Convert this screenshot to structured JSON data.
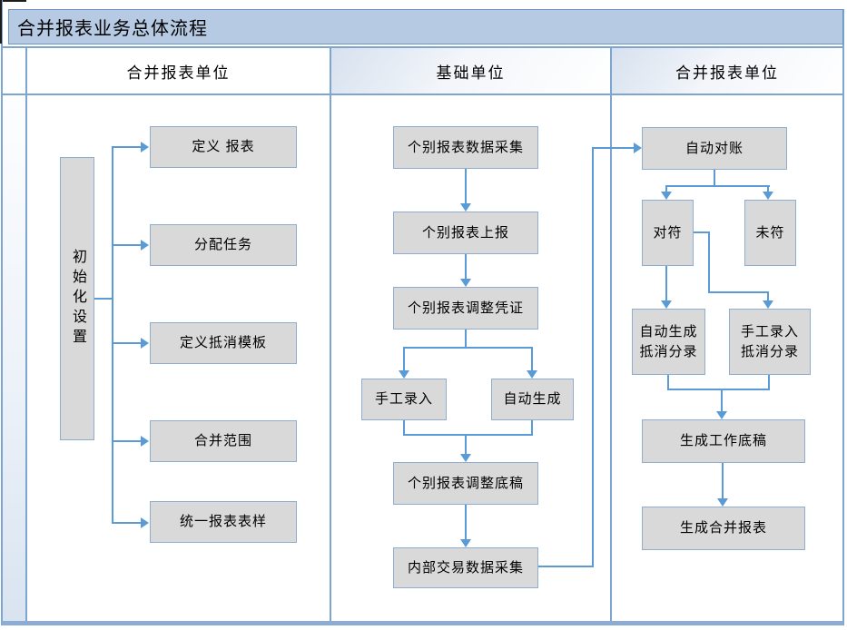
{
  "title": "合并报表业务总体流程",
  "lanes": {
    "lane1": {
      "header": "合并报表单位"
    },
    "lane2": {
      "header": "基础单位"
    },
    "lane3": {
      "header": "合并报表单位"
    }
  },
  "flow": {
    "init": "初始化设置",
    "left": [
      "定义 报表",
      "分配任务",
      "定义抵消模板",
      "合并范围",
      "统一报表表样"
    ],
    "middle": [
      "个别报表数据采集",
      "个别报表上报",
      "个别报表调整凭证",
      "手工录入",
      "自动生成",
      "个别报表调整底稿",
      "内部交易数据采集"
    ],
    "right": [
      "自动对账",
      "对符",
      "未符",
      "自动生成\n抵消分录",
      "手工录入\n抵消分录",
      "生成工作底稿",
      "生成合并报表"
    ]
  },
  "colors": {
    "title_bar_fill": "#b6cae4",
    "title_bar_border": "#6d95c2",
    "connector": "#5b9bd5",
    "node_fill": "#d9d9d9",
    "node_border": "#8eadd1",
    "lane_divider": "#7ea5cf",
    "bottom_bar": "#8cacd3"
  }
}
